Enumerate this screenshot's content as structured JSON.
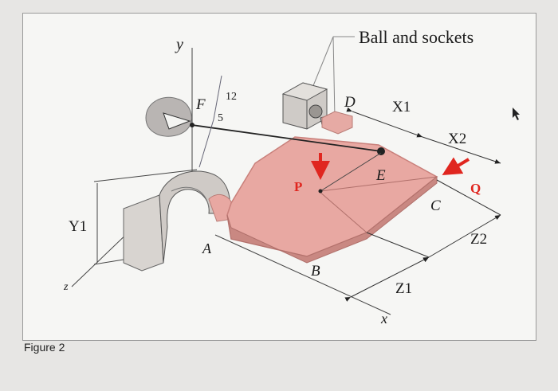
{
  "diagram": {
    "callout": "Ball and sockets",
    "axes": {
      "y": "y",
      "x": "x",
      "z": "z"
    },
    "points": {
      "A": "A",
      "B": "B",
      "C": "C",
      "D": "D",
      "E": "E",
      "F": "F"
    },
    "slope": {
      "rise": "12",
      "run": "5"
    },
    "loads": {
      "P": "P",
      "Q": "Q"
    },
    "dimensions": {
      "X1": "X1",
      "X2": "X2",
      "Y1": "Y1",
      "Z1": "Z1",
      "Z2": "Z2"
    },
    "colors": {
      "plate": "#e8a8a2",
      "plate_edge": "#c9807b",
      "arrow": "#e0261f",
      "frame_bg": "#f6f6f4",
      "page_bg": "#e7e6e4"
    }
  },
  "caption": "Figure 2"
}
